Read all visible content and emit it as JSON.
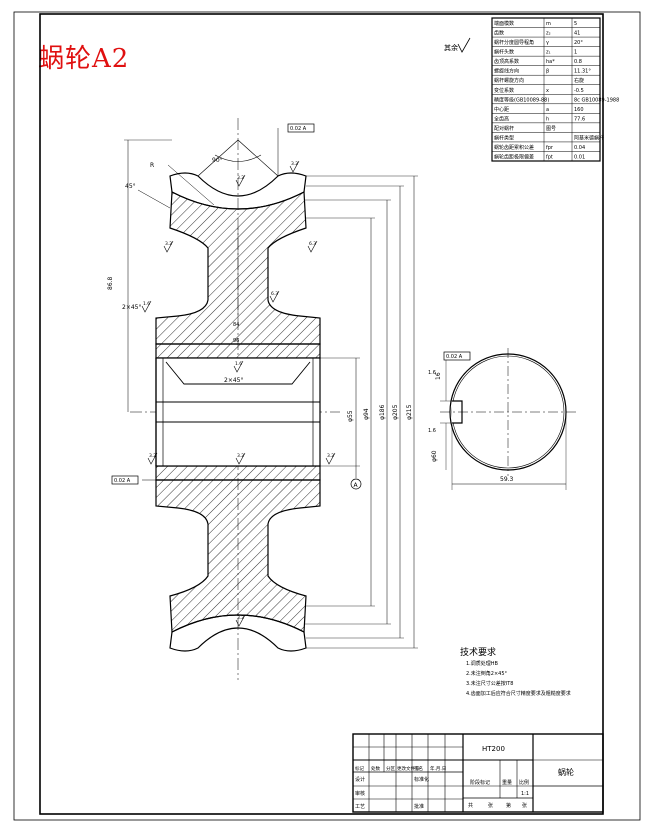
{
  "stamp": {
    "title": "蜗轮A2",
    "color": "#e01010"
  },
  "param_table": {
    "rows": [
      [
        "端面模数",
        "m",
        "5"
      ],
      [
        "齿数",
        "z₂",
        "41"
      ],
      [
        "蜗杆分度圆导程角",
        "γ",
        "20°"
      ],
      [
        "蜗杆头数",
        "z₁",
        "1"
      ],
      [
        "齿顶高系数",
        "ha*",
        "0.8"
      ],
      [
        "螺旋线方向",
        "β",
        "11.31°"
      ],
      [
        "蜗杆螺旋方向",
        "",
        "右旋"
      ],
      [
        "变位系数",
        "x",
        "-0.5"
      ],
      [
        "精度等级(GB10089-88)",
        "",
        "8c GB10089-1988"
      ],
      [
        "中心距",
        "a",
        "160"
      ],
      [
        "全齿高",
        "h",
        "77.6"
      ],
      [
        "配对蜗杆",
        "图号",
        ""
      ],
      [
        "蜗杆类型",
        "",
        "阿基米德蜗杆"
      ],
      [
        "蜗轮齿距累积公差",
        "fpr",
        "0.04"
      ],
      [
        "蜗轮齿距极限偏差",
        "fpt",
        "0.01"
      ]
    ]
  },
  "surface_note": {
    "label": "其余",
    "symbol": "√"
  },
  "datum": {
    "label": "A"
  },
  "tolerance_frames": [
    {
      "id": "top",
      "text": "0.02 A"
    },
    {
      "id": "left-bore",
      "text": "0.02 A"
    },
    {
      "id": "keyway",
      "text": "0.02 A"
    }
  ],
  "dimensions": {
    "top_angle": "90°",
    "root_radius": "R",
    "chamfer_left": "45°",
    "left_depth": "86.8",
    "rim_chamfer": "2×45°",
    "inner_chamfer": "2×45°",
    "section_width": "84",
    "hub_width": "96",
    "bore": "φ55",
    "d1": "φ94",
    "d2": "φ186",
    "d3": "φ205",
    "d4": "φ215",
    "key_width": "16",
    "key_height": "59.3",
    "side_view_dia": "φ60"
  },
  "roughness": [
    "3.2",
    "3.2",
    "3.2",
    "6.3",
    "1.6",
    "1.6",
    "6.3",
    "3.2",
    "3.2",
    "3.2",
    "3.2"
  ],
  "tech_requirements": {
    "title": "技术要求",
    "items": [
      "1.调质处理HB",
      "2.未注倒角2×45°",
      "3.未注尺寸公差按IT8",
      "4.齿面加工后应符合尺寸精度要求及粗糙度要求"
    ]
  },
  "title_block": {
    "material": "HT200",
    "part_name": "蜗轮",
    "scale": "1:1",
    "header_cells": [
      "标记",
      "处数",
      "分区",
      "更改文件号",
      "签名",
      "年.月.日"
    ],
    "design_label": "设计",
    "standardize_label": "标准化",
    "review_label": "审核",
    "process_label": "工艺",
    "approve_label": "批准",
    "stage_label": "阶段标记",
    "weight_label": "重量",
    "scale_label": "比例",
    "sheet_row": [
      "共",
      "张",
      "第",
      "张"
    ]
  }
}
